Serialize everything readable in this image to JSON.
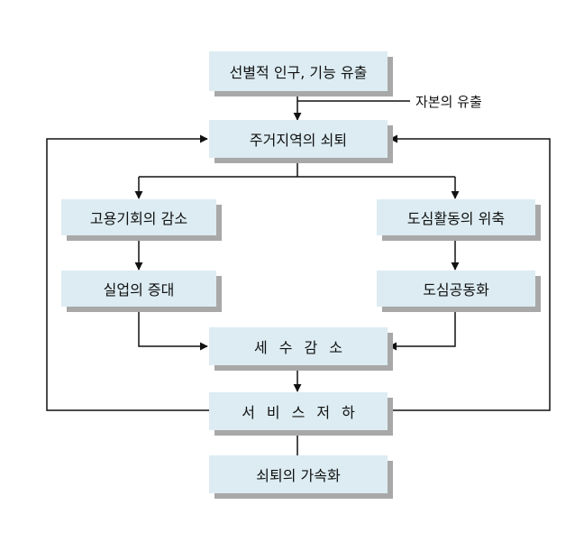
{
  "nodes": {
    "selective_migration": "선별적 인구, 기능 유출",
    "residential_decline": "주거지역의 쇠퇴",
    "job_decrease": "고용기회의 감소",
    "downtown_shrink": "도심활동의 위축",
    "unemployment_increase": "실업의 증대",
    "downtown_hollowing": "도심공동화",
    "tax_decrease": "세수감소",
    "service_decline": "서비스저하",
    "decline_acceleration": "쇠퇴의 가속화"
  },
  "annotations": {
    "capital_outflow": "자본의 유출"
  },
  "colors": {
    "box_fill": "#dcecf2",
    "box_shadow": "#a8a8a8",
    "line": "#111111"
  }
}
